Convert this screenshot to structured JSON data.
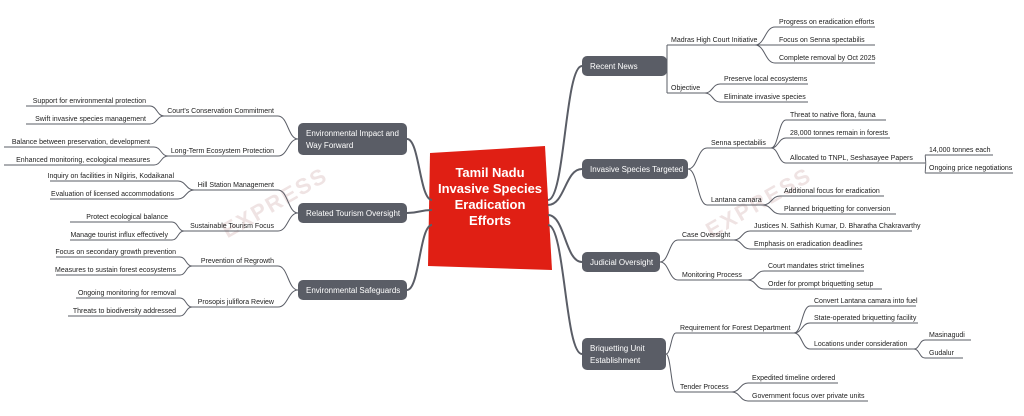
{
  "central": {
    "title": [
      "Tamil Nadu",
      "Invasive Species",
      "Eradication",
      "Efforts"
    ]
  },
  "colors": {
    "center_fill": "#e01f14",
    "center_text": "#ffffff",
    "main_fill": "#5a5d66",
    "main_text": "#ffffff",
    "line": "#5a5d66",
    "leaf_text": "#222222",
    "watermark": "#efe3e3"
  },
  "branches": {
    "recent_news": {
      "label": "Recent News",
      "children": {
        "madras": {
          "label": "Madras High Court Initiative",
          "items": [
            "Progress on eradication efforts",
            "Focus on Senna spectabilis",
            "Complete removal by Oct 2025"
          ]
        },
        "objective": {
          "label": "Objective",
          "items": [
            "Preserve local ecosystems",
            "Eliminate invasive species"
          ]
        }
      }
    },
    "invasive": {
      "label": "Invasive Species Targeted",
      "children": {
        "senna": {
          "label": "Senna spectabilis",
          "items": [
            "Threat to native flora, fauna",
            "28,000 tonnes remain in forests",
            "Allocated to TNPL, Seshasayee Papers"
          ],
          "sub_items": [
            "14,000 tonnes each",
            "Ongoing price negotiations"
          ]
        },
        "lantana": {
          "label": "Lantana camara",
          "items": [
            "Additional focus for eradication",
            "Planned briquetting for conversion"
          ]
        }
      }
    },
    "judicial": {
      "label": "Judicial Oversight",
      "children": {
        "case": {
          "label": "Case Oversight",
          "items": [
            "Justices N. Sathish Kumar, D. Bharatha Chakravarthy",
            "Emphasis on eradication deadlines"
          ]
        },
        "monitoring": {
          "label": "Monitoring Process",
          "items": [
            "Court mandates strict timelines",
            "Order for prompt briquetting setup"
          ]
        }
      }
    },
    "briquetting": {
      "label": [
        "Briquetting Unit",
        "Establishment"
      ],
      "children": {
        "requirement": {
          "label": "Requirement for Forest Department",
          "items": [
            "Convert Lantana camara into fuel",
            "State-operated briquetting facility",
            "Locations under consideration"
          ],
          "sub_items": [
            "Masinagudi",
            "Gudalur"
          ]
        },
        "tender": {
          "label": "Tender Process",
          "items": [
            "Expedited timeline ordered",
            "Government focus over private units"
          ]
        }
      }
    },
    "env_impact": {
      "label": [
        "Environmental Impact and",
        "Way Forward"
      ],
      "children": {
        "court": {
          "label": "Court's Conservation Commitment",
          "items": [
            "Support for environmental protection",
            "Swift invasive species management"
          ]
        },
        "longterm": {
          "label": "Long-Term Ecosystem Protection",
          "items": [
            "Balance between preservation, development",
            "Enhanced monitoring, ecological measures"
          ]
        }
      }
    },
    "tourism": {
      "label": "Related Tourism Oversight",
      "children": {
        "hill": {
          "label": "Hill Station Management",
          "items": [
            "Inquiry on facilities in Nilgiris, Kodaikanal",
            "Evaluation of licensed accommodations"
          ]
        },
        "sustainable": {
          "label": "Sustainable Tourism Focus",
          "items": [
            "Protect ecological balance",
            "Manage tourist influx effectively"
          ]
        }
      }
    },
    "safeguards": {
      "label": "Environmental Safeguards",
      "children": {
        "regrowth": {
          "label": "Prevention of Regrowth",
          "items": [
            "Focus on secondary growth prevention",
            "Measures to sustain forest ecosystems"
          ]
        },
        "prosopis": {
          "label": "Prosopis juliflora Review",
          "items": [
            "Ongoing monitoring for removal",
            "Threats to biodiversity addressed"
          ]
        }
      }
    }
  },
  "watermarks": [
    "EXPRESS",
    "EXPRESS"
  ]
}
